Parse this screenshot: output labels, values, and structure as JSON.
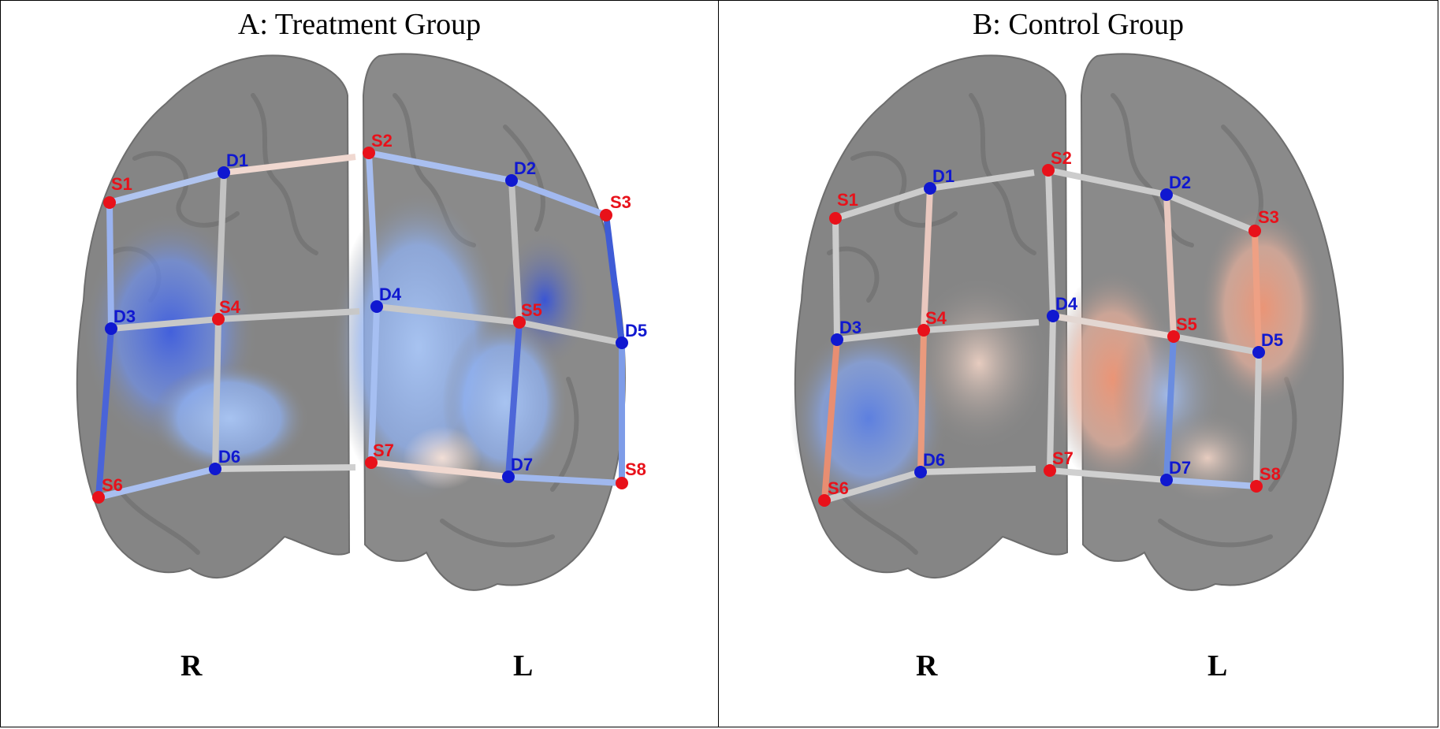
{
  "panels": [
    {
      "id": "A",
      "title": "A: Treatment Group",
      "right_label": "R",
      "left_label": "L",
      "channel_colors": [
        "#b0c4ef",
        "#f0d8d0",
        "#a9bff0",
        "#a2b9f0",
        "#9ab3f0",
        "#4a64d8",
        "#a6bdf0",
        "#c2c2c2",
        "#c2c2c2",
        "#3f5cd6",
        "#c8c8c8",
        "#c8c8c8",
        "#c8c8c8",
        "#c8c8c8",
        "#a6bff2",
        "#4d67d8",
        "#7e9ce8",
        "#c6c6c6",
        "#f0d8d0",
        "#a9bff0",
        "#d0d0d0",
        "#a0b8ee",
        "#aac0f0",
        "#9db5ee"
      ]
    },
    {
      "id": "B",
      "title": "B: Control Group",
      "right_label": "R",
      "left_label": "L",
      "channel_colors": [
        "#cccccc",
        "#cccccc",
        "#cccccc",
        "#cccccc",
        "#cccccc",
        "#e88e72",
        "#cccccc",
        "#e9c8bf",
        "#e8c8bf",
        "#eea084",
        "#cccccc",
        "#cccccc",
        "#e3d7d2",
        "#cccccc",
        "#cccccc",
        "#6b8de0",
        "#cccccc",
        "#ea9a7d",
        "#d0d0d0",
        "#cccccc",
        "#d0d0d0",
        "#aac0f0",
        "#cccccc",
        "#e7c6bb"
      ]
    }
  ],
  "sources": [
    "S1",
    "S2",
    "S3",
    "S4",
    "S5",
    "S6",
    "S7",
    "S8"
  ],
  "detectors": [
    "D1",
    "D2",
    "D3",
    "D4",
    "D5",
    "D6",
    "D7"
  ],
  "colors": {
    "source": "#e8111a",
    "detector": "#1018d0",
    "cortex": "#8a8a8a"
  }
}
